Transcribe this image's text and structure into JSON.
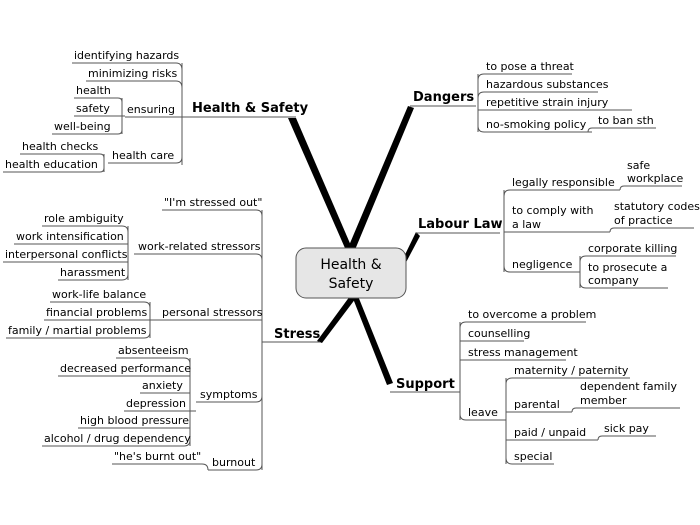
{
  "center": [
    "Health &",
    "Safety"
  ],
  "branches": {
    "health_safety": {
      "title": "Health & Safety",
      "identifying": "identifying hazards",
      "minimizing": "minimizing risks",
      "ensuring": "ensuring",
      "ensuring_items": [
        "health",
        "safety",
        "well-being"
      ],
      "health_care": "health care",
      "health_care_items": [
        "health checks",
        "health education"
      ]
    },
    "dangers": {
      "title": "Dangers",
      "threat": "to pose a threat",
      "hazardous": "hazardous substances",
      "rsi": "repetitive strain injury",
      "no_smoking": "no-smoking policy",
      "ban": "to ban sth"
    },
    "labour_law": {
      "title": "Labour Law",
      "legally": "legally responsible",
      "safe": [
        "safe",
        "workplace"
      ],
      "comply": [
        "to comply with",
        "a law"
      ],
      "codes": [
        "statutory codes",
        "of practice"
      ],
      "negligence": "negligence",
      "corporate": "corporate killing",
      "prosecute": [
        "to prosecute a",
        "company"
      ]
    },
    "stress": {
      "title": "Stress",
      "stressed_out": "\"I'm stressed out\"",
      "work_related": "work-related stressors",
      "work_items": [
        "role ambiguity",
        "work intensification",
        "interpersonal conflicts",
        "harassment"
      ],
      "personal": "personal stressors",
      "personal_items": [
        "work-life balance",
        "financial problems",
        "family / martial problems"
      ],
      "symptoms": "symptoms",
      "symptom_items": [
        "absenteeism",
        "decreased performance",
        "anxiety",
        "depression",
        "high blood pressure",
        "alcohol / drug dependency"
      ],
      "burnt_out": "\"he's burnt out\"",
      "burnout": "burnout"
    },
    "support": {
      "title": "Support",
      "overcome": "to overcome a problem",
      "counselling": "counselling",
      "stress_mgmt": "stress management",
      "leave": "leave",
      "maternity": "maternity / paternity",
      "parental": "parental",
      "dependent": [
        "dependent family",
        "member"
      ],
      "paid": "paid / unpaid",
      "sick": "sick pay",
      "special": "special"
    }
  }
}
